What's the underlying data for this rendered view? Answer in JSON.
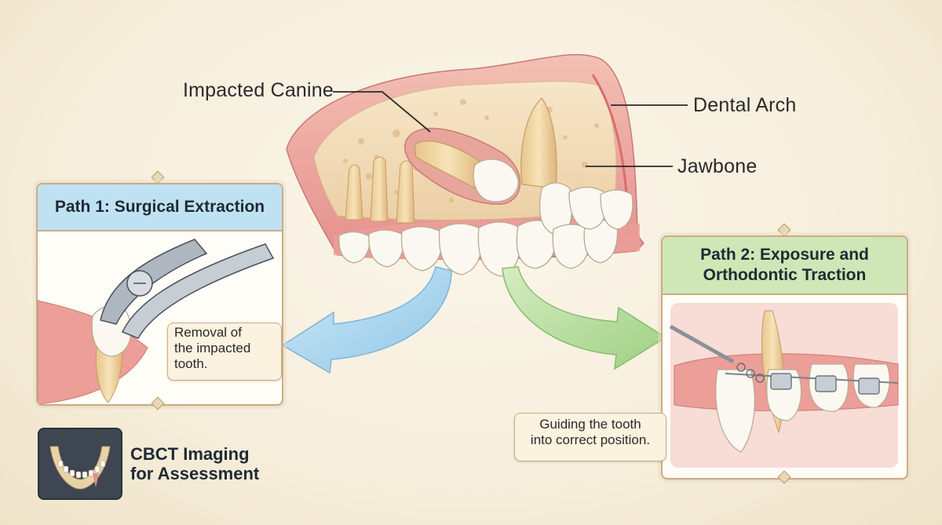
{
  "labels": {
    "impacted_canine": "Impacted Canine",
    "dental_arch": "Dental Arch",
    "jawbone": "Jawbone"
  },
  "path1": {
    "title": "Path 1: Surgical Extraction",
    "caption_lines": [
      "Removal of",
      "the impacted",
      "tooth."
    ],
    "header_color": "#bfe2f2"
  },
  "path2": {
    "title_lines": [
      "Path 2: Exposure and",
      "Orthodontic Traction"
    ],
    "caption_lines": [
      "Guiding the tooth",
      "into correct position."
    ],
    "header_color": "#cfe6b6"
  },
  "cbct": {
    "lines": [
      "CBCT Imaging",
      "for Assessment"
    ],
    "icon": "dental-xray-jaw-icon"
  },
  "colors": {
    "gum": "#e89a97",
    "bone": "#f1d8b4",
    "tooth": "#fbf8f1",
    "arrow_blue": "#a9d6ee",
    "arrow_green": "#b7dc9c"
  },
  "icons": {
    "forceps": "forceps-icon",
    "bracket_chain": "orthodontic-chain-icon"
  }
}
